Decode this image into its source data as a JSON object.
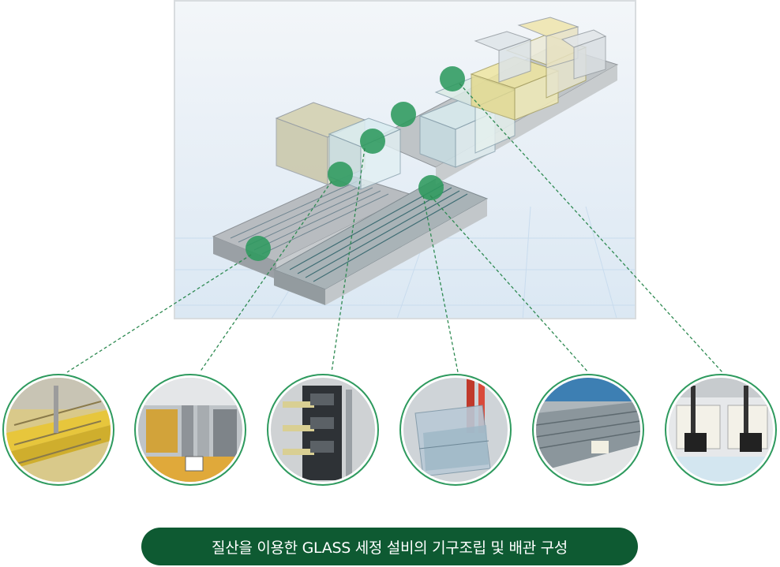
{
  "caption": {
    "text": "질산을 이용한 GLASS 세정 설비의 기구조립 및 배관 구성"
  },
  "colors": {
    "accent_green": "#0e5a32",
    "hotspot_green": "#2e9a5e",
    "leader_line": "#2e8a52",
    "frame_border": "#d8dcdf"
  },
  "hotspot_count": 6,
  "detail_photo_count": 6
}
